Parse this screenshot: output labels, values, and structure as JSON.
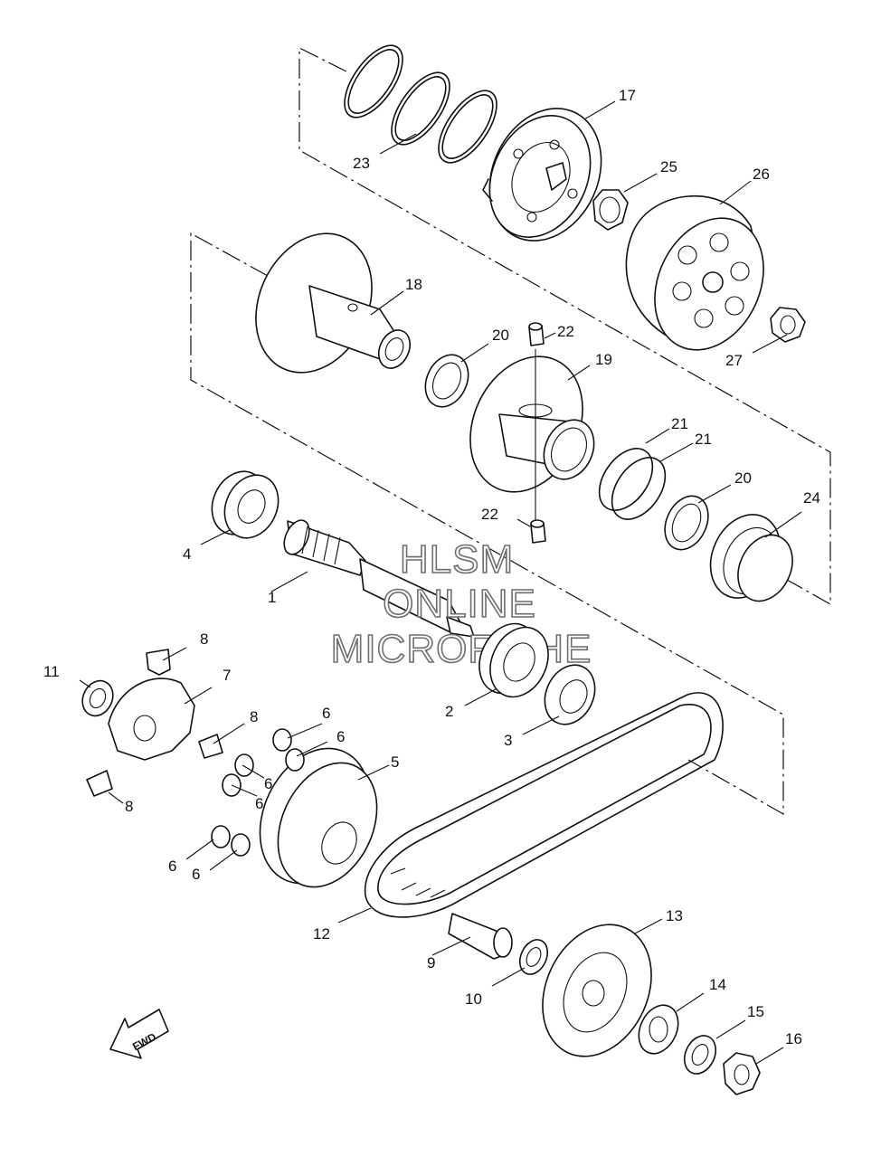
{
  "diagram": {
    "watermark": [
      "HLSM",
      "ONLINE",
      "MICROFICHE"
    ],
    "direction_arrow": "FWD",
    "callouts": [
      "1",
      "2",
      "3",
      "4",
      "5",
      "6",
      "6",
      "6",
      "6",
      "6",
      "6",
      "7",
      "8",
      "8",
      "8",
      "9",
      "10",
      "11",
      "12",
      "13",
      "14",
      "15",
      "16",
      "17",
      "18",
      "19",
      "20",
      "20",
      "21",
      "21",
      "22",
      "22",
      "23",
      "24",
      "25",
      "26",
      "27"
    ]
  }
}
